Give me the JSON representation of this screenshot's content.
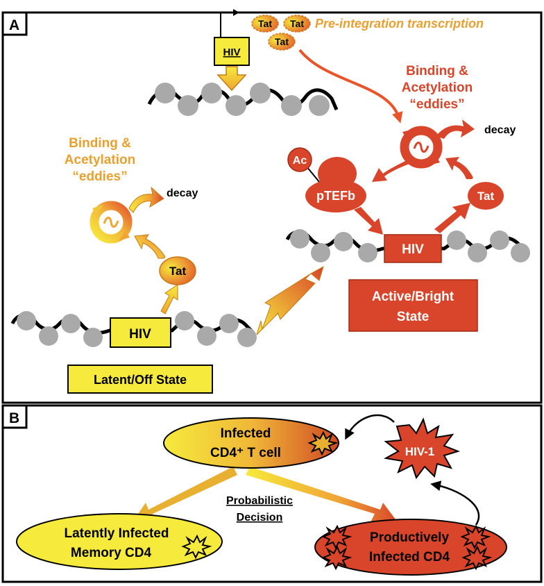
{
  "panel_a": {
    "label": "A",
    "top": {
      "gene": "HIV",
      "tat_1": "Tat",
      "tat_2": "Tat",
      "tat_3": "Tat",
      "pre_integration": "Pre-integration transcription"
    },
    "right": {
      "binding_line1": "Binding &",
      "binding_line2": "Acetylation",
      "binding_line3": "“eddies”",
      "decay": "decay",
      "ac": "Ac",
      "ptefb": "pTEFb",
      "tat": "Tat",
      "gene": "HIV",
      "state_line1": "Active/Bright",
      "state_line2": "State"
    },
    "left": {
      "binding_line1": "Binding &",
      "binding_line2": "Acetylation",
      "binding_line3": "“eddies”",
      "decay": "decay",
      "tat": "Tat",
      "gene": "HIV",
      "state": "Latent/Off State"
    }
  },
  "panel_b": {
    "label": "B",
    "infected_line1": "Infected",
    "infected_line2": "CD4⁺ T cell",
    "virus": "HIV-1",
    "decision_line1": "Probabilistic",
    "decision_line2": "Decision",
    "latent_line1": "Latently Infected",
    "latent_line2": "Memory CD4",
    "productive_line1": "Productively",
    "productive_line2": "Infected CD4"
  },
  "colors": {
    "yellow": "#f4e83a",
    "orange": "#e8a030",
    "red": "#d8452a",
    "dark_red": "#c8381e",
    "nucleosome": "#a9a9a9"
  }
}
